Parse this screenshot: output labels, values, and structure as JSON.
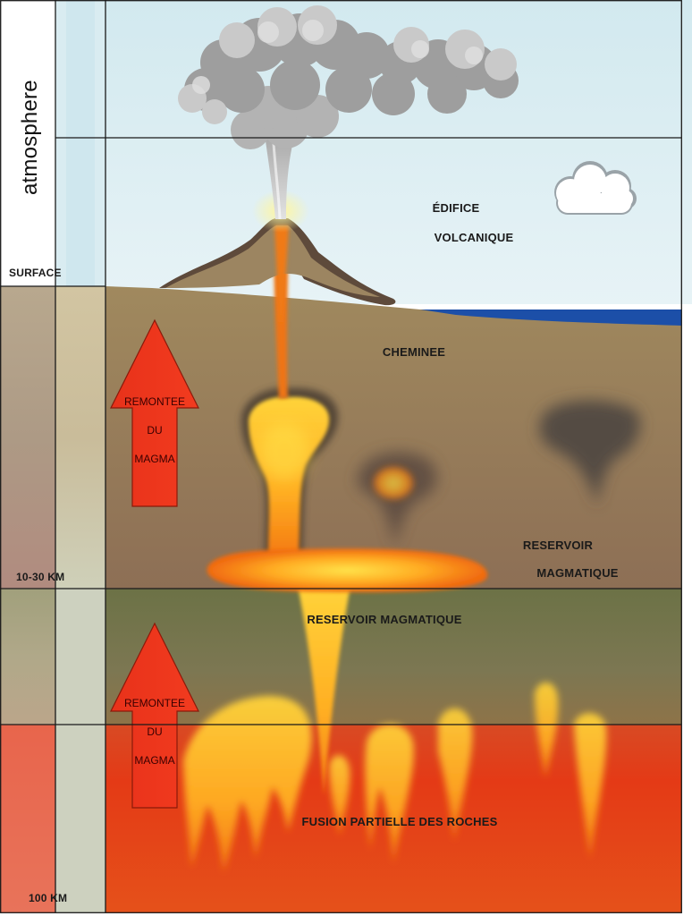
{
  "labels": {
    "atmosphere": "atmosphere",
    "surface": "SURFACE",
    "depth_mid": "10-30 KM",
    "depth_deep": "100 KM",
    "edifice_line1": "ÉDIFICE",
    "edifice_line2": "VOLCANIQUE",
    "cheminee": "CHEMINEE",
    "reservoir_right_line1": "RESERVOIR",
    "reservoir_right_line2": "MAGMATIQUE",
    "reservoir_center": "RESERVOIR MAGMATIQUE",
    "fusion": "FUSION PARTIELLE DES ROCHES"
  },
  "arrows": [
    {
      "line1": "REMONTEE",
      "line2": "DU",
      "line3": "MAGMA"
    },
    {
      "line1": "REMONTEE",
      "line2": "DU",
      "line3": "MAGMA"
    }
  ],
  "colors": {
    "sky": "#cfe6ee",
    "crust": "#9a8260",
    "mantle_upper": "#7c7a4c",
    "mantle_lower": "#e0381a",
    "magma": "#f7a21b",
    "arrow": "#e8321a",
    "sea": "#1c4fa8",
    "ash": "#9a9a9a"
  },
  "icons": {
    "cloud": "cloud-icon",
    "arrow": "up-arrow-icon"
  }
}
